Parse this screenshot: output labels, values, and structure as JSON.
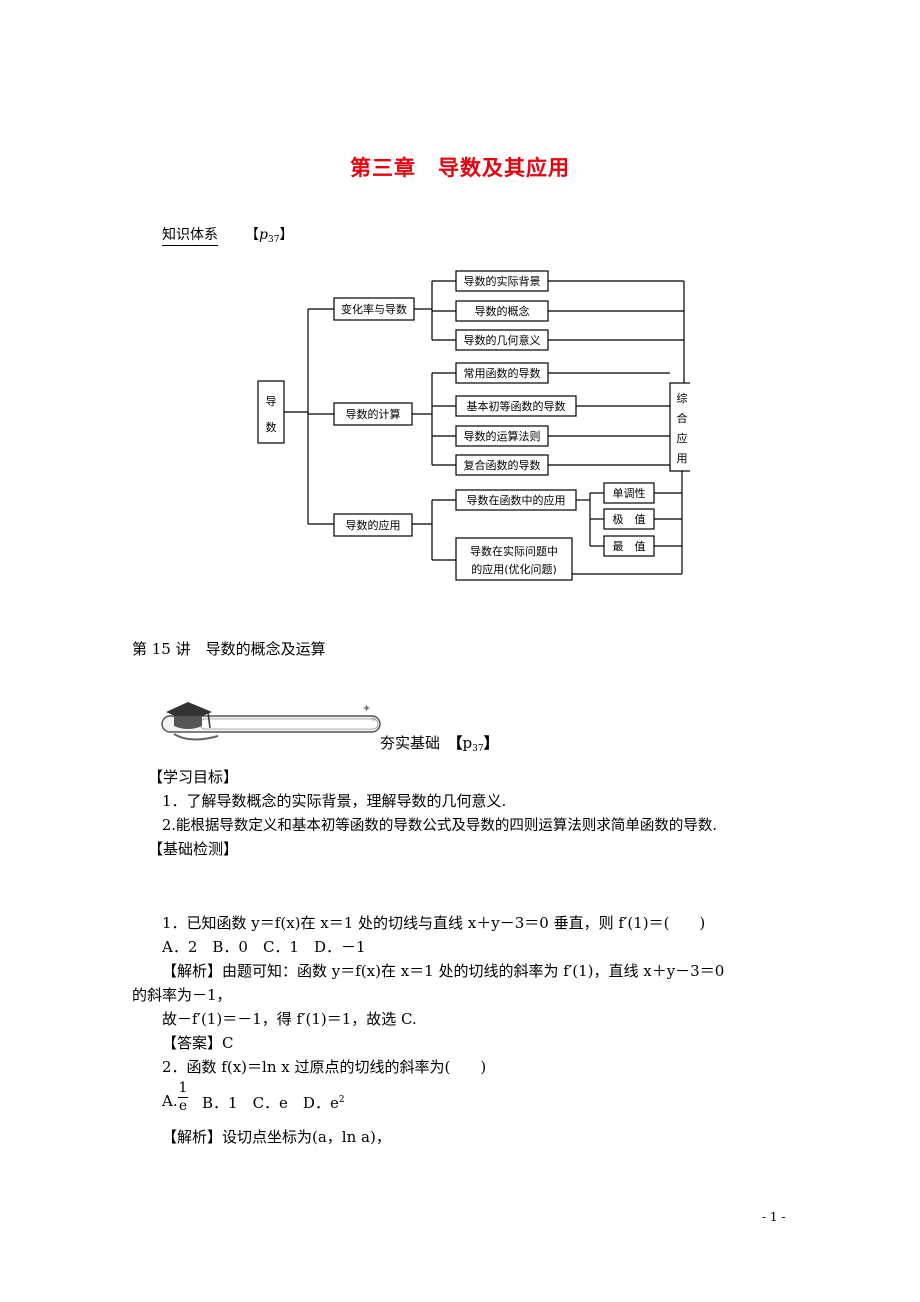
{
  "title": "第三章　导数及其应用",
  "knowledge_system": {
    "label": "知识体系",
    "ref_open": "【",
    "ref_p": "p",
    "ref_num": "37",
    "ref_close": "】"
  },
  "diagram": {
    "root": "导数",
    "branches": [
      "变化率与导数",
      "导数的计算",
      "导数的应用"
    ],
    "leaves_rate": [
      "导数的实际背景",
      "导数的概念",
      "导数的几何意义"
    ],
    "leaves_calc": [
      "常用函数的导数",
      "基本初等函数的导数",
      "导数的运算法则",
      "复合函数的导数"
    ],
    "leaves_app": [
      "导数在函数中的应用",
      "导数在实际问题中",
      "的应用(优化问题)"
    ],
    "sub_leaves": [
      "单调性",
      "极　值",
      "最　值"
    ],
    "comprehensive": [
      "综",
      "合",
      "应",
      "用"
    ]
  },
  "lecture_title": "第 15 讲　导数的概念及运算",
  "banner": {
    "text": "夯实基础",
    "ref_open": "【",
    "ref_p": "p",
    "ref_num": "37",
    "ref_close": "】"
  },
  "content": {
    "goals_heading": "【学习目标】",
    "goal1": "1．了解导数概念的实际背景，理解导数的几何意义.",
    "goal2": "2.能根据导数定义和基本初等函数的导数公式及导数的四则运算法则求简单函数的导数.",
    "check_heading": "【基础检测】",
    "q1": "1．已知函数 y＝f(x)在 x＝1 处的切线与直线 x＋y－3＝0 垂直，则 f′(1)＝(　　)",
    "q1_options": "A．2　B．0　C．1　D．－1",
    "q1_analysis_1": "【解析】由题可知：函数 y＝f(x)在 x＝1 处的切线的斜率为 f′(1)，直线 x＋y－3＝0",
    "q1_analysis_2": "的斜率为－1，",
    "q1_analysis_3": "故－f′(1)＝－1，得 f′(1)＝1，故选 C.",
    "q1_answer": "【答案】C",
    "q2": "2．函数 f(x)＝ln x 过原点的切线的斜率为(　　)",
    "q2_options_frac_num": "1",
    "q2_options_frac_den": "e",
    "q2_options_a": "A.",
    "q2_options_rest": "B．1　C．e　D．e",
    "q2_options_sup": "2",
    "q2_analysis": "【解析】设切点坐标为(a，ln a)，"
  },
  "page_number": "- 1 -"
}
